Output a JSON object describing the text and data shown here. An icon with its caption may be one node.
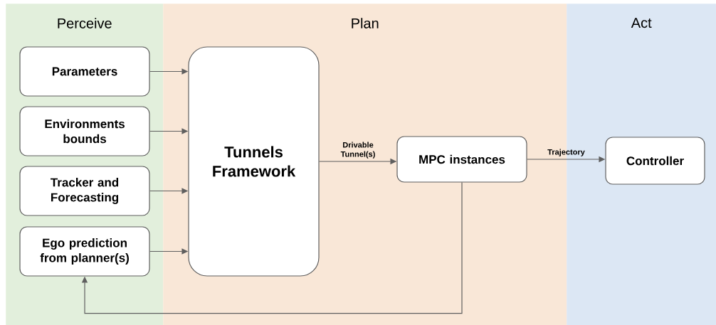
{
  "diagram": {
    "nodes": [
      {
        "text": [
          "Perceive"
        ]
      },
      {
        "text": [
          "Parameters"
        ],
        "in": 0
      },
      {
        "text": [
          "Environments bounds"
        ],
        "in": 0
      },
      {
        "text": [
          "Tracker and Forecasting"
        ],
        "in": 0
      },
      {
        "text": [
          "Ego prediction from planner(s)"
        ],
        "in": 0
      },
      {
        "text": [
          "Plan"
        ]
      },
      {
        "text": [
          "Tunnels Framework"
        ],
        "in": 5
      },
      {
        "text": [
          "MPC instances"
        ],
        "in": 5
      },
      {
        "text": [
          "Act"
        ]
      },
      {
        "text": [
          "Controller"
        ],
        "in": 8
      }
    ],
    "edges": [
      {
        "from": 1,
        "to": 6,
        "arrow": "to"
      },
      {
        "from": 2,
        "to": 6,
        "arrow": "to"
      },
      {
        "from": 3,
        "to": 6,
        "arrow": "to"
      },
      {
        "from": 4,
        "to": 6,
        "arrow": "to"
      },
      {
        "from": 6,
        "to": 7,
        "arrow": "to",
        "label": "Drivable Tunnel(s)"
      },
      {
        "from": 7,
        "to": 9,
        "arrow": "to",
        "label": "Trajectory"
      },
      {
        "from": 7,
        "to": 4,
        "arrow": "to"
      }
    ]
  }
}
